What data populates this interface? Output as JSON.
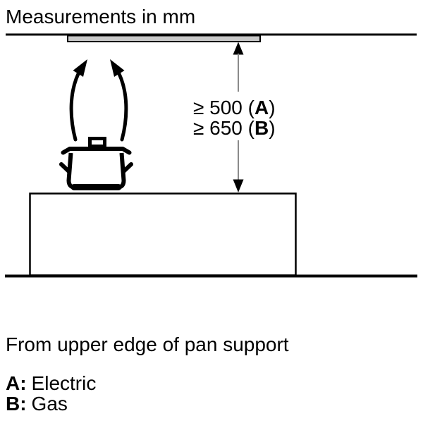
{
  "title": "Measurements in mm",
  "diagram": {
    "labels": {
      "dim1_prefix": "≥ 500 (",
      "dim1_letter": "A",
      "dim1_suffix": ")",
      "dim2_prefix": "≥ 650 (",
      "dim2_letter": "B",
      "dim2_suffix": ")"
    },
    "colors": {
      "hood_fill": "#c9c9c9",
      "outline": "#000000",
      "dimension_line": "#8a8a8a"
    }
  },
  "footnote": "From upper edge of pan support",
  "legend": {
    "item_a_key": "A:",
    "item_a_value": "Electric",
    "item_b_key": "B:",
    "item_b_value": "Gas"
  }
}
